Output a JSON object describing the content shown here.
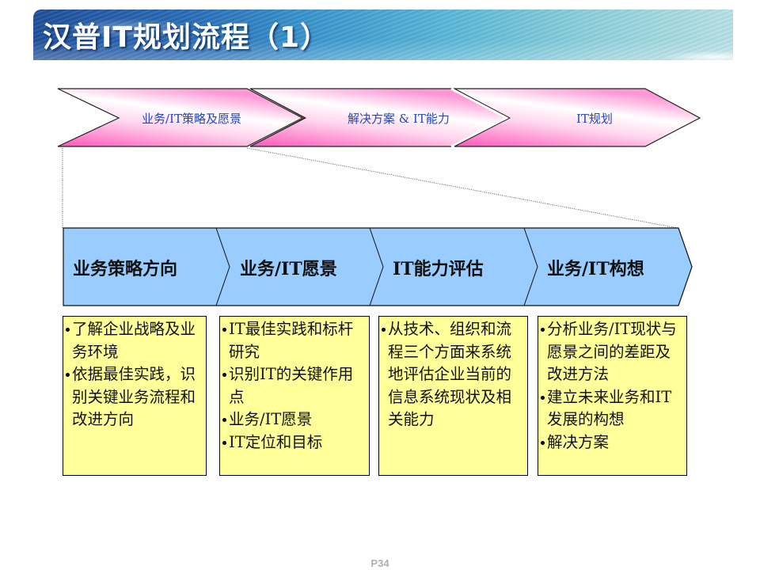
{
  "title": "汉普IT规划流程（1）",
  "top_process": {
    "stages": [
      {
        "label": "业务/IT策略及愿景",
        "highlighted": true
      },
      {
        "label": "解决方案 & IT能力"
      },
      {
        "label": "IT规划"
      }
    ]
  },
  "phases": [
    {
      "label": "业务策略方向",
      "bullets": [
        "了解企业战略及业务环境",
        "依据最佳实践，识别关键业务流程和改进方向"
      ]
    },
    {
      "label": "业务/IT愿景",
      "bullets": [
        "IT最佳实践和标杆研究",
        "识别IT的关键作用点",
        "业务/IT愿景",
        "IT定位和目标"
      ]
    },
    {
      "label": "IT能力评估",
      "bullets": [
        "从技术、组织和流程三个方面来系统地评估企业当前的信息系统现状及相关能力"
      ]
    },
    {
      "label": "业务/IT构想",
      "bullets": [
        "分析业务/IT现状与愿景之间的差距及改进方法",
        "建立未来业务和IT发展的构想",
        "解决方案"
      ]
    }
  ],
  "colors": {
    "chevron_pink": "#ff66c4",
    "phase_blue": "#99ccff",
    "box_yellow": "#ffff99",
    "label_blue": "#2446b8"
  },
  "footer": {
    "page": "P34"
  }
}
